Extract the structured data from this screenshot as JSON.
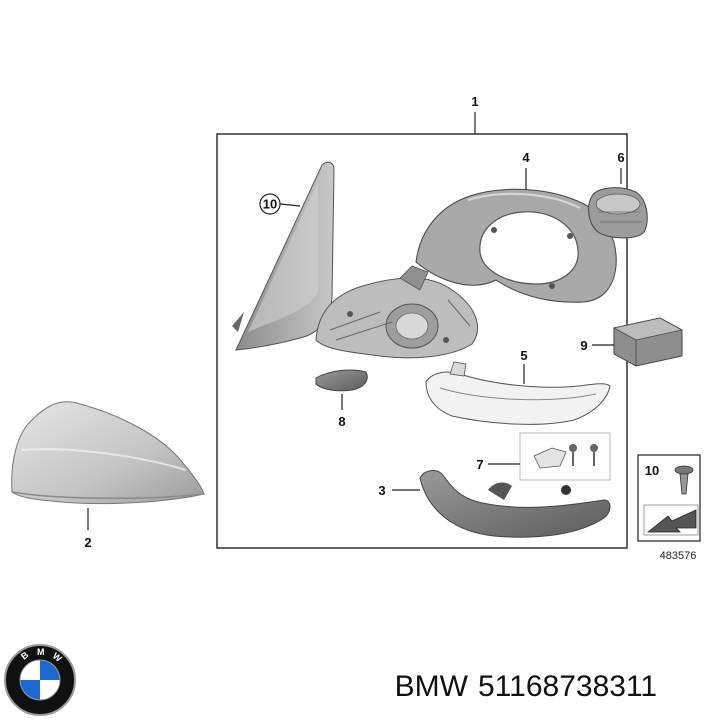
{
  "callouts": {
    "c1": "1",
    "c2": "2",
    "c3": "3",
    "c4": "4",
    "c5": "5",
    "c6": "6",
    "c7": "7",
    "c8": "8",
    "c9": "9",
    "c10": "10",
    "legend_10": "10"
  },
  "reference_number": "483576",
  "caption": {
    "brand": "BMW",
    "part_number": "51168738311"
  },
  "logo": {
    "letters": [
      "B",
      "M",
      "W"
    ],
    "colors": {
      "blue": "#1c69d4",
      "ring": "#111111",
      "white": "#ffffff"
    }
  }
}
